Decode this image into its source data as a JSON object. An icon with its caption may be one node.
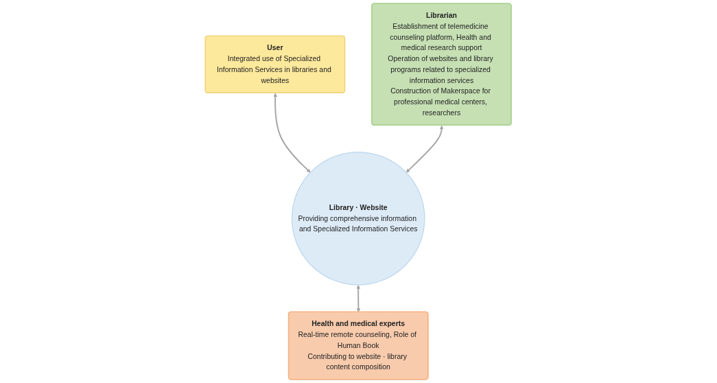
{
  "diagram": {
    "nodes": [
      {
        "text": [
          "User",
          "Integrated use of Specialized Information Services in libraries and websites"
        ]
      },
      {
        "text": [
          "Librarian",
          "Establishment of telemedicine counseling platform, Health and medical research support",
          "Operation of websites and library programs related to specialized information services",
          "Construction of Makerspace for professional medical centers, researchers"
        ]
      },
      {
        "text": [
          "Health and medical experts",
          "Real-time remote counseling, Role of Human Book",
          "Contributing to website · library content composition"
        ]
      },
      {
        "text": [
          "Library · Website",
          "Providing comprehensive information and Specialized Information Services"
        ]
      }
    ],
    "edges": [
      {
        "from": 0,
        "to": 3,
        "arrow": "both"
      },
      {
        "from": 1,
        "to": 3,
        "arrow": "both"
      },
      {
        "from": 3,
        "to": 2,
        "arrow": "both"
      }
    ]
  }
}
